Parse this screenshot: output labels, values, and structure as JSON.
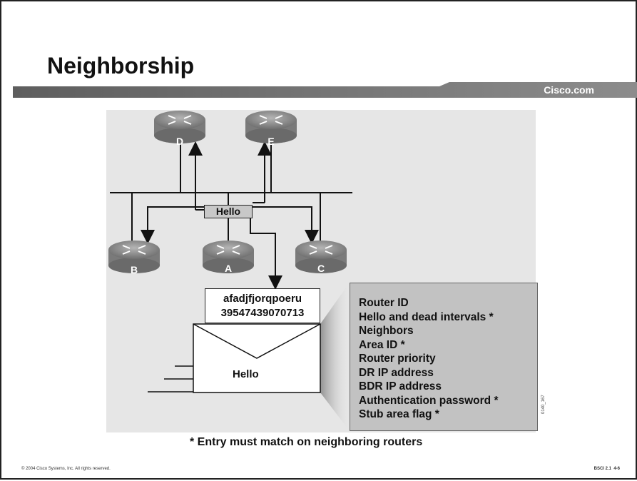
{
  "slide": {
    "title": "Neighborship",
    "brand": "Cisco.com",
    "footnote": "* Entry must match on neighboring routers",
    "copyright": "© 2004 Cisco Systems, Inc. All rights reserved.",
    "course_code": "BSCI 2.1",
    "page": "4-6",
    "figure_id": "0140_167"
  },
  "diagram": {
    "routers": [
      {
        "label": "D"
      },
      {
        "label": "E"
      },
      {
        "label": "B"
      },
      {
        "label": "A"
      },
      {
        "label": "C"
      }
    ],
    "hello_tag": "Hello",
    "packet_lines": [
      "afadjfjorqpoeru",
      "39547439070713"
    ],
    "envelope_label": "Hello",
    "fields": [
      "Router ID",
      "Hello and dead intervals *",
      "Neighbors",
      "Area ID *",
      "Router priority",
      "DR IP address",
      "BDR IP address",
      "Authentication password *",
      "Stub area flag *"
    ]
  },
  "colors": {
    "band_dark": "#6e6e6e",
    "diagram_background": "#e6e6e6",
    "router": "#8a8a8a",
    "fields_box": "#c2c2c2"
  }
}
